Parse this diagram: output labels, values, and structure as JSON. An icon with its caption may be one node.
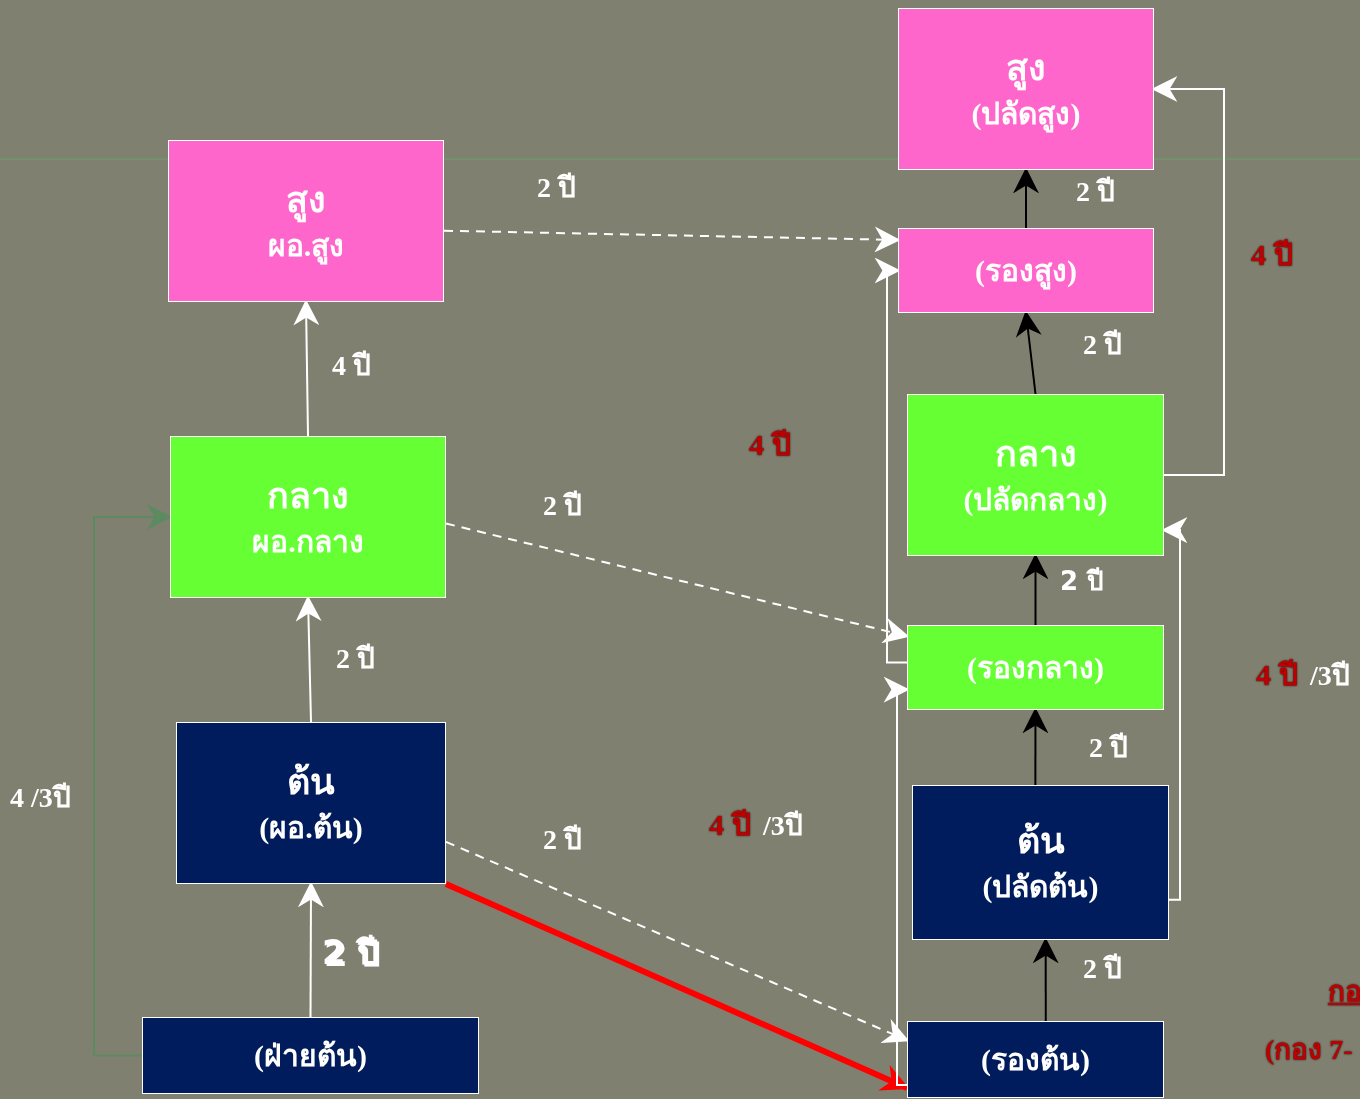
{
  "diagram": {
    "nodes": [
      {
        "text": [
          "สูง",
          "ผอ.สูง"
        ]
      },
      {
        "text": [
          "กลาง",
          "ผอ.กลาง"
        ]
      },
      {
        "text": [
          "ต้น",
          "(ผอ.ต้น)"
        ]
      },
      {
        "text": [
          "(ฝ่ายต้น)"
        ]
      },
      {
        "text": [
          "สูง",
          "(ปลัดสูง)"
        ]
      },
      {
        "text": [
          "(รองสูง)"
        ]
      },
      {
        "text": [
          "กลาง",
          "(ปลัดกลาง)"
        ]
      },
      {
        "text": [
          "(รองกลาง)"
        ]
      },
      {
        "text": [
          "ต้น",
          "(ปลัดต้น)"
        ]
      },
      {
        "text": [
          "(รองต้น)"
        ]
      }
    ],
    "edges": [
      {
        "from": 3,
        "to": 2,
        "arrow": "to",
        "label": "2 ปี"
      },
      {
        "from": 2,
        "to": 1,
        "arrow": "to",
        "label": "2 ปี"
      },
      {
        "from": 1,
        "to": 0,
        "arrow": "to",
        "label": "4 ปี"
      },
      {
        "from": 3,
        "to": 1,
        "arrow": "to",
        "label": "4 /3ปี",
        "color": "#5e8a62"
      },
      {
        "from": 0,
        "to": 5,
        "arrow": "to",
        "label": "2 ปี",
        "style": "dashed"
      },
      {
        "from": 1,
        "to": 7,
        "arrow": "to",
        "label": "2 ปี",
        "style": "dashed"
      },
      {
        "from": 2,
        "to": 9,
        "arrow": "to",
        "label": "2 ปี",
        "style": "dashed"
      },
      {
        "from": 2,
        "to": 9,
        "arrow": "to",
        "style": "thick",
        "color": "#ff0000"
      },
      {
        "from": 9,
        "to": 8,
        "arrow": "to",
        "label": "2 ปี",
        "color": "#000000"
      },
      {
        "from": 8,
        "to": 7,
        "arrow": "to",
        "label": "2 ปี",
        "color": "#000000"
      },
      {
        "from": 7,
        "to": 6,
        "arrow": "to",
        "label": "2 ปี",
        "color": "#000000"
      },
      {
        "from": 6,
        "to": 5,
        "arrow": "to",
        "label": "2 ปี",
        "color": "#000000"
      },
      {
        "from": 5,
        "to": 4,
        "arrow": "to",
        "label": "2 ปี",
        "color": "#000000"
      },
      {
        "from": 6,
        "to": 4,
        "arrow": "to"
      },
      {
        "from": 8,
        "to": 6,
        "arrow": "to"
      },
      {
        "from": 9,
        "to": 7,
        "arrow": "to"
      },
      {
        "from": 7,
        "to": 5,
        "arrow": "to"
      }
    ],
    "labels": [
      "4 ปี",
      "4 ปี",
      "4 ปี",
      "/3ปี",
      "4 ปี",
      "/3ปี",
      "กอ",
      "(กอง 7-"
    ]
  }
}
